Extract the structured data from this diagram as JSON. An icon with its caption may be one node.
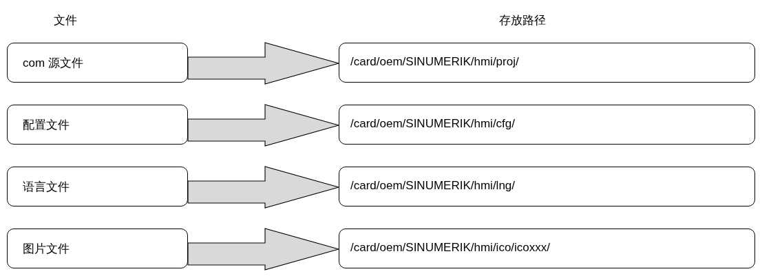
{
  "diagram": {
    "nodes": [
      {
        "text": [
          "com 源文件"
        ]
      },
      {
        "text": [
          "/card/oem/SINUMERIK/hmi/proj/"
        ]
      },
      {
        "text": [
          "配置文件"
        ]
      },
      {
        "text": [
          "/card/oem/SINUMERIK/hmi/cfg/"
        ]
      },
      {
        "text": [
          "语言文件"
        ]
      },
      {
        "text": [
          "/card/oem/SINUMERIK/hmi/lng/"
        ]
      },
      {
        "text": [
          "图片文件"
        ]
      },
      {
        "text": [
          "/card/oem/SINUMERIK/hmi/ico/icoxxx/"
        ]
      }
    ],
    "edges": [
      {
        "from": 0,
        "to": 1,
        "arrow": "to"
      },
      {
        "from": 2,
        "to": 3,
        "arrow": "to"
      },
      {
        "from": 4,
        "to": 5,
        "arrow": "to"
      },
      {
        "from": 6,
        "to": 7,
        "arrow": "to"
      }
    ],
    "labels": [
      "文件",
      "存放路径"
    ]
  }
}
